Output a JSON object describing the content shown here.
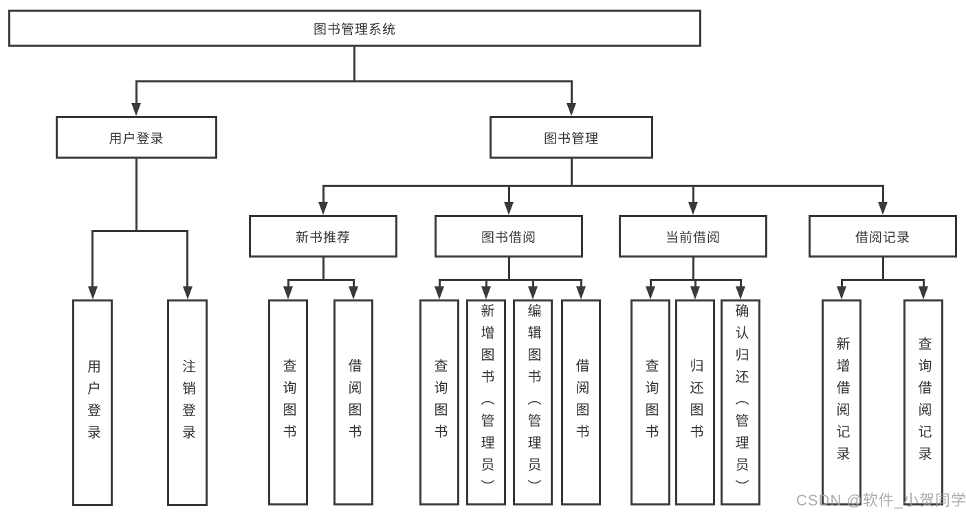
{
  "tree": {
    "root": {
      "label": "图书管理系统"
    },
    "level2": [
      {
        "label": "用户登录",
        "children": [
          {
            "label": "用户登录"
          },
          {
            "label": "注销登录"
          }
        ]
      },
      {
        "label": "图书管理",
        "children": [
          {
            "label": "新书推荐",
            "children": [
              {
                "label": "查询图书"
              },
              {
                "label": "借阅图书"
              }
            ]
          },
          {
            "label": "图书借阅",
            "children": [
              {
                "label": "查询图书"
              },
              {
                "label": "新增图书（管理员）"
              },
              {
                "label": "编辑图书（管理员）"
              },
              {
                "label": "借阅图书"
              }
            ]
          },
          {
            "label": "当前借阅",
            "children": [
              {
                "label": "查询图书"
              },
              {
                "label": "归还图书"
              },
              {
                "label": "确认归还（管理员）"
              }
            ]
          },
          {
            "label": "借阅记录",
            "children": [
              {
                "label": "新增借阅记录"
              },
              {
                "label": "查询借阅记录"
              }
            ]
          }
        ]
      }
    ]
  },
  "watermark": {
    "text": "CSDN @软件_小贺同学"
  },
  "colors": {
    "background": "#ffffff",
    "line": "#3a3a3a",
    "box_border": "#3a3a3a",
    "text": "#333333",
    "watermark": "#9e9e9e"
  }
}
